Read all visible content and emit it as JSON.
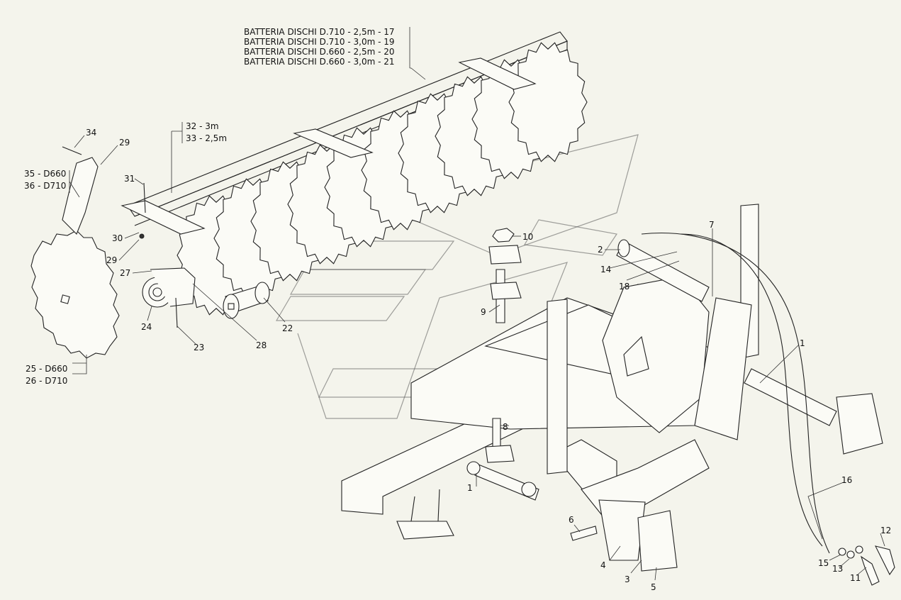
{
  "title_block": {
    "lines": [
      "BATTERIA DISCHI D.710 - 2,5m - 17",
      "BATTERIA DISCHI D.710 - 3,0m - 19",
      "BATTERIA DISCHI D.660 - 2,5m - 20",
      "BATTERIA DISCHI D.660 - 3,0m - 21"
    ]
  },
  "frame_variants": [
    "32 - 3m",
    "33 - 2,5m"
  ],
  "bracket_variants": [
    "35 - D660",
    "36 - D710"
  ],
  "disc_variants": [
    "25 - D660",
    "26 - D710"
  ],
  "callouts": {
    "c1a": "1",
    "c1b": "1",
    "c2": "2",
    "c3": "3",
    "c4": "4",
    "c5": "5",
    "c6": "6",
    "c7": "7",
    "c8": "8",
    "c9": "9",
    "c10": "10",
    "c11": "11",
    "c12": "12",
    "c13": "13",
    "c14": "14",
    "c15": "15",
    "c16": "16",
    "c18": "18",
    "c22": "22",
    "c23": "23",
    "c24": "24",
    "c27": "27",
    "c28": "28",
    "c29a": "29",
    "c29b": "29",
    "c30": "30",
    "c31": "31",
    "c34": "34"
  }
}
